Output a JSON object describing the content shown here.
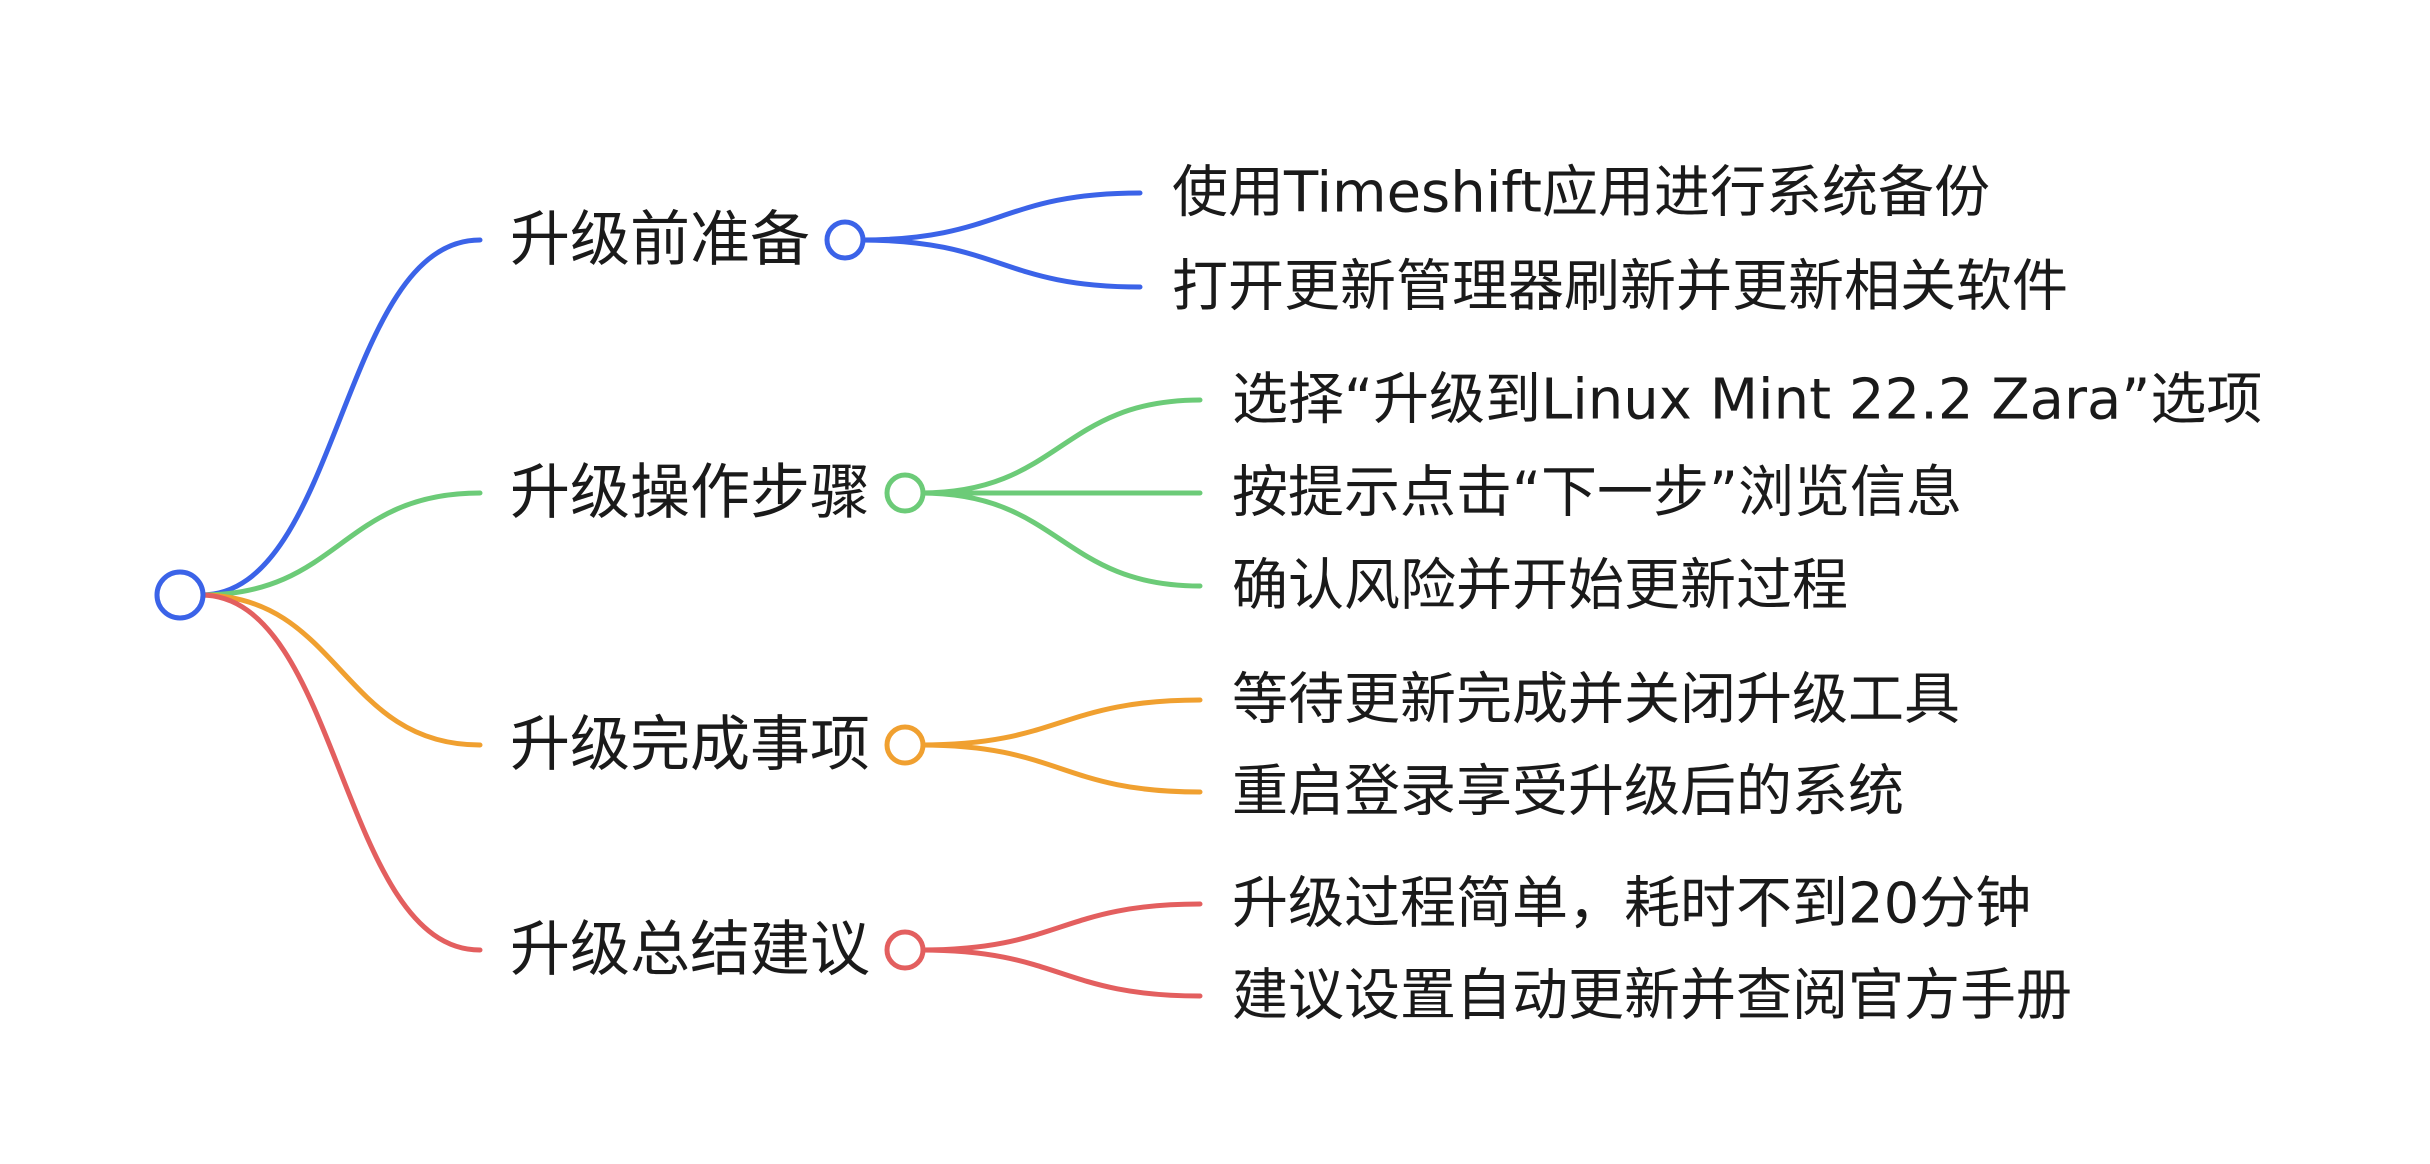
{
  "mindmap": {
    "root": {
      "label": "",
      "color": "#3b63e8"
    },
    "branches": [
      {
        "label": "升级前准备",
        "color": "#3b63e8",
        "children": [
          "使用Timeshift应用进行系统备份",
          "打开更新管理器刷新并更新相关软件"
        ]
      },
      {
        "label": "升级操作步骤",
        "color": "#6ccb78",
        "children": [
          "选择“升级到Linux Mint 22.2 Zara”选项",
          "按提示点击“下一步”浏览信息",
          "确认风险并开始更新过程"
        ]
      },
      {
        "label": "升级完成事项",
        "color": "#f0a030",
        "children": [
          "等待更新完成并关闭升级工具",
          "重启登录享受升级后的系统"
        ]
      },
      {
        "label": "升级总结建议",
        "color": "#e35f5f",
        "children": [
          "升级过程简单，耗时不到20分钟",
          "建议设置自动更新并查阅官方手册"
        ]
      }
    ]
  }
}
